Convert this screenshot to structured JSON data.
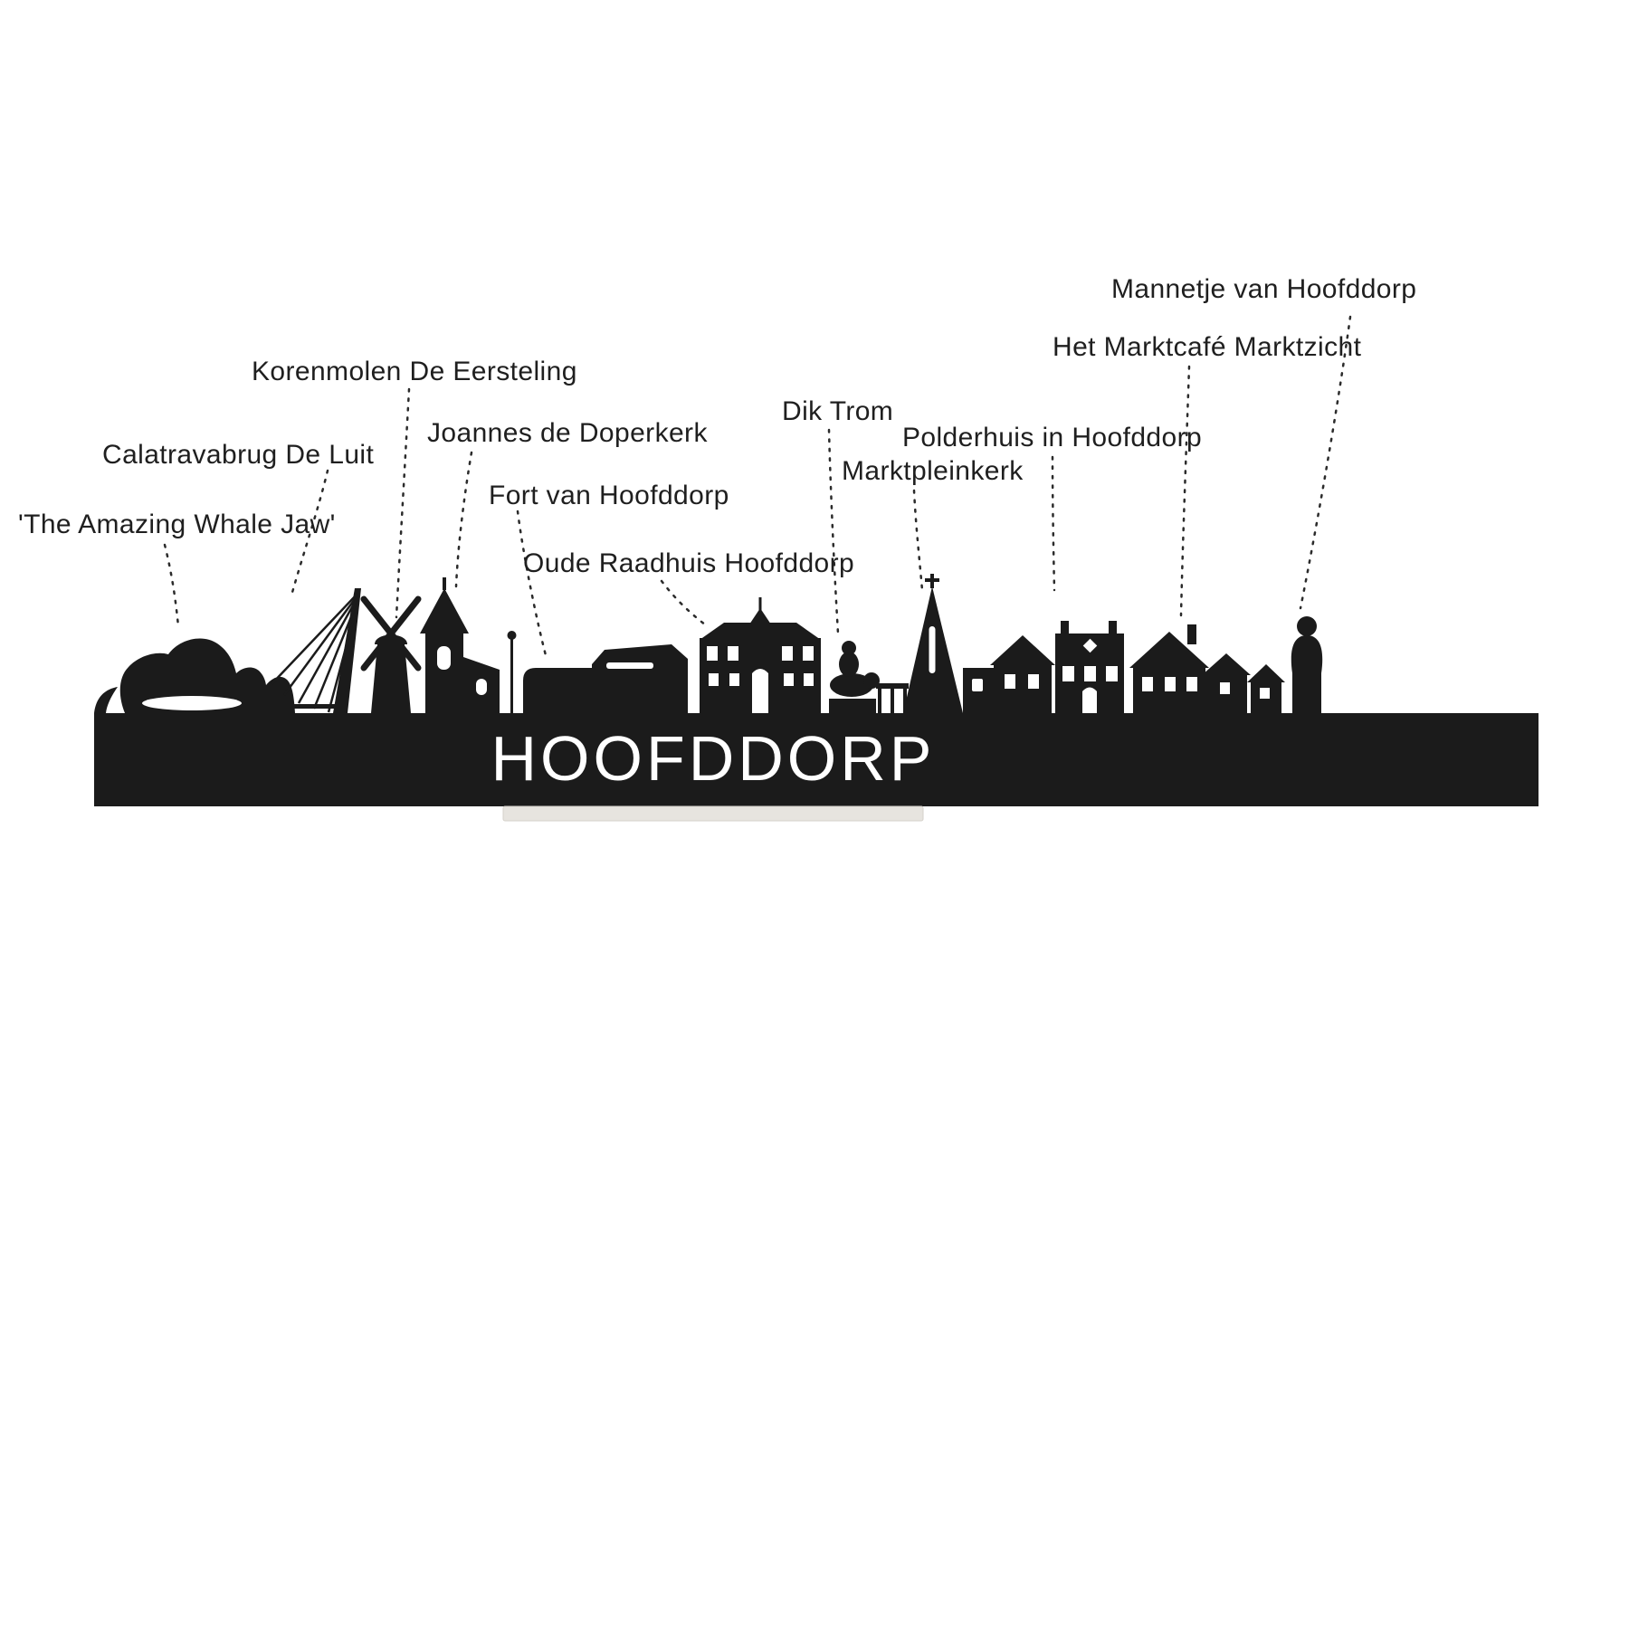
{
  "product": {
    "city_name": "HOOFDDORP"
  },
  "landmark_labels": [
    {
      "id": "whale-jaw",
      "text": "'The Amazing Whale Jaw'"
    },
    {
      "id": "calatravabrug",
      "text": "Calatravabrug De Luit"
    },
    {
      "id": "korenmolen",
      "text": "Korenmolen De Eersteling"
    },
    {
      "id": "doperkerk",
      "text": "Joannes de Doperkerk"
    },
    {
      "id": "fort",
      "text": "Fort van Hoofddorp"
    },
    {
      "id": "oude-raadhuis",
      "text": "Oude Raadhuis Hoofddorp"
    },
    {
      "id": "dik-trom",
      "text": "Dik Trom"
    },
    {
      "id": "marktpleinkerk",
      "text": "Marktpleinkerk"
    },
    {
      "id": "polderhuis",
      "text": "Polderhuis in Hoofddorp"
    },
    {
      "id": "marktcafe",
      "text": "Het Marktcafé Marktzicht"
    },
    {
      "id": "mannetje",
      "text": "Mannetje van Hoofddorp"
    }
  ],
  "colors": {
    "silhouette": "#1b1b1b",
    "background": "#ffffff",
    "label_text": "#1f1f1f",
    "stand": "#e7e4df"
  }
}
